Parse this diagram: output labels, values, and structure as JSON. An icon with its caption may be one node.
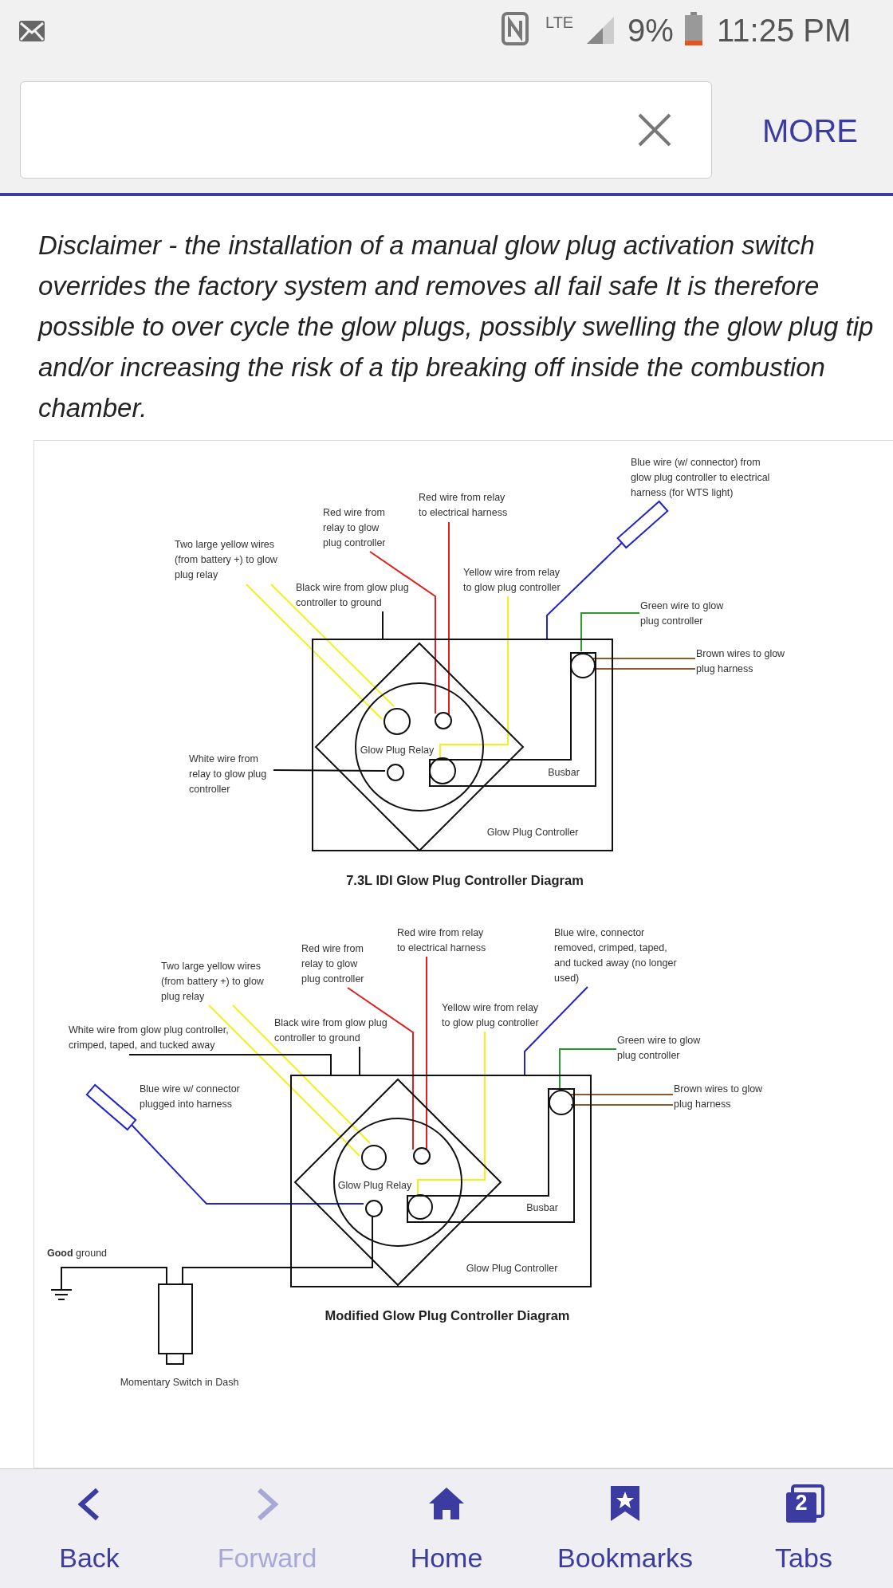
{
  "diagram": {
    "nodes": [
      {
        "text": [
          "Glow Plug Controller"
        ]
      },
      {
        "text": [
          "Glow Plug Relay"
        ],
        "in": 0
      },
      {
        "text": [
          "Busbar"
        ],
        "in": 0
      },
      {
        "text": [],
        "shape": "circle",
        "in": 1
      },
      {
        "text": [],
        "shape": "circle",
        "in": 1
      },
      {
        "text": [],
        "shape": "circle",
        "in": 1
      },
      {
        "text": [],
        "shape": "circle"
      },
      {
        "text": [],
        "shape": "circle",
        "in": 2
      },
      {
        "text": [
          "Two large yellow wires (from battery +) to glow plug relay"
        ]
      },
      {
        "text": [
          "Red wire from relay to glow plug controller"
        ]
      },
      {
        "text": [
          "Red wire from relay to electrical harness"
        ]
      },
      {
        "text": [
          "Black wire from glow plug controller to ground"
        ]
      },
      {
        "text": [
          "Yellow wire from relay to glow plug controller"
        ]
      },
      {
        "text": [],
        "shape": "box",
        "beside": [
          "Blue wire (w/ connector) from glow plug controller to electrical harness (for WTS light)"
        ]
      },
      {
        "text": [
          "Green wire to glow plug controller"
        ]
      },
      {
        "text": [
          "Brown wires to glow plug harness"
        ]
      },
      {
        "text": [
          "White wire from relay to glow plug controller"
        ]
      },
      {
        "text": [
          "Glow Plug Controller"
        ]
      },
      {
        "text": [
          "Glow Plug Relay"
        ],
        "in": 17
      },
      {
        "text": [
          "Busbar"
        ],
        "in": 17
      },
      {
        "text": [],
        "shape": "circle",
        "in": 18
      },
      {
        "text": [],
        "shape": "circle",
        "in": 18
      },
      {
        "text": [],
        "shape": "circle",
        "in": 18
      },
      {
        "text": [],
        "shape": "circle"
      },
      {
        "text": [],
        "shape": "circle",
        "in": 19
      },
      {
        "text": [
          "Two large yellow wires (from battery +) to glow plug relay"
        ]
      },
      {
        "text": [
          "Red wire from relay to glow plug controller"
        ]
      },
      {
        "text": [
          "Red wire from relay to electrical harness"
        ]
      },
      {
        "text": [
          "Blue wire, connector removed, crimped, taped, and tucked away (no longer used)"
        ]
      },
      {
        "text": [
          "Yellow wire from relay to glow plug controller"
        ]
      },
      {
        "text": [
          "Black wire from glow plug controller to ground"
        ]
      },
      {
        "text": [
          "White wire from glow plug controller, crimped, taped, and tucked away"
        ]
      },
      {
        "text": [
          "Green wire to glow plug controller"
        ]
      },
      {
        "text": [
          "Brown wires to glow plug harness"
        ]
      },
      {
        "text": [],
        "shape": "box",
        "beside": [
          "Blue wire w/ connector plugged into harness"
        ]
      },
      {
        "text": [],
        "shape": "ground",
        "beside": [
          "**Good** ground"
        ]
      },
      {
        "text": [],
        "shape": "box",
        "beside": [
          "Momentary Switch in Dash"
        ]
      }
    ],
    "edges": [
      {
        "from": 8,
        "to": 3,
        "arrow": "none",
        "color": "#f2f21a"
      },
      {
        "from": 8,
        "to": 3,
        "arrow": "none",
        "color": "#f2f21a"
      },
      {
        "from": 9,
        "to": 4,
        "arrow": "none",
        "color": "#e02020"
      },
      {
        "from": 10,
        "to": 4,
        "arrow": "none",
        "color": "#e02020"
      },
      {
        "from": 11,
        "to": 0,
        "arrow": "none",
        "color": "#111111"
      },
      {
        "from": 12,
        "to": 6,
        "arrow": "none",
        "color": "#f2f21a"
      },
      {
        "from": 0,
        "to": 13,
        "arrow": "none",
        "color": "#2323c8"
      },
      {
        "from": 14,
        "to": 7,
        "arrow": "none",
        "color": "#2a9a2a"
      },
      {
        "from": 15,
        "to": 7,
        "arrow": "none",
        "color": "#8b5a2b"
      },
      {
        "from": 15,
        "to": 7,
        "arrow": "none",
        "color": "#8b5a2b"
      },
      {
        "from": 16,
        "to": 5,
        "arrow": "none",
        "color": "#111111"
      },
      {
        "from": 25,
        "to": 20,
        "arrow": "none",
        "color": "#f2f21a"
      },
      {
        "from": 25,
        "to": 20,
        "arrow": "none",
        "color": "#f2f21a"
      },
      {
        "from": 26,
        "to": 21,
        "arrow": "none",
        "color": "#e02020"
      },
      {
        "from": 27,
        "to": 21,
        "arrow": "none",
        "color": "#e02020"
      },
      {
        "from": 28,
        "to": 17,
        "arrow": "none",
        "color": "#2323c8"
      },
      {
        "from": 29,
        "to": 23,
        "arrow": "none",
        "color": "#f2f21a"
      },
      {
        "from": 30,
        "to": 17,
        "arrow": "none",
        "color": "#111111"
      },
      {
        "from": 31,
        "to": 17,
        "arrow": "none",
        "color": "#111111"
      },
      {
        "from": 32,
        "to": 24,
        "arrow": "none",
        "color": "#2a9a2a"
      },
      {
        "from": 33,
        "to": 24,
        "arrow": "none",
        "color": "#8b5a2b"
      },
      {
        "from": 33,
        "to": 24,
        "arrow": "none",
        "color": "#8b5a2b"
      },
      {
        "from": 34,
        "to": 22,
        "arrow": "none",
        "color": "#2323c8"
      },
      {
        "from": 22,
        "to": 36,
        "arrow": "none",
        "color": "#111111"
      },
      {
        "from": 36,
        "to": 35,
        "arrow": "none",
        "color": "#111111"
      }
    ],
    "labels": [
      "LTE",
      "9%",
      "11:25 PM",
      "MORE",
      "Disclaimer - the installation of a manual glow plug activation switch overrides the factory system and removes all fail safe It is therefore possible to over cycle the glow plugs, possibly swelling the glow plug tip and/or increasing the risk of a tip breaking off inside the combustion chamber.",
      "7.3L IDI Glow Plug Controller Diagram",
      "Modified Glow Plug Controller Diagram",
      "Back",
      "Forward",
      "Home",
      "Bookmarks",
      "2",
      "Tabs"
    ]
  }
}
